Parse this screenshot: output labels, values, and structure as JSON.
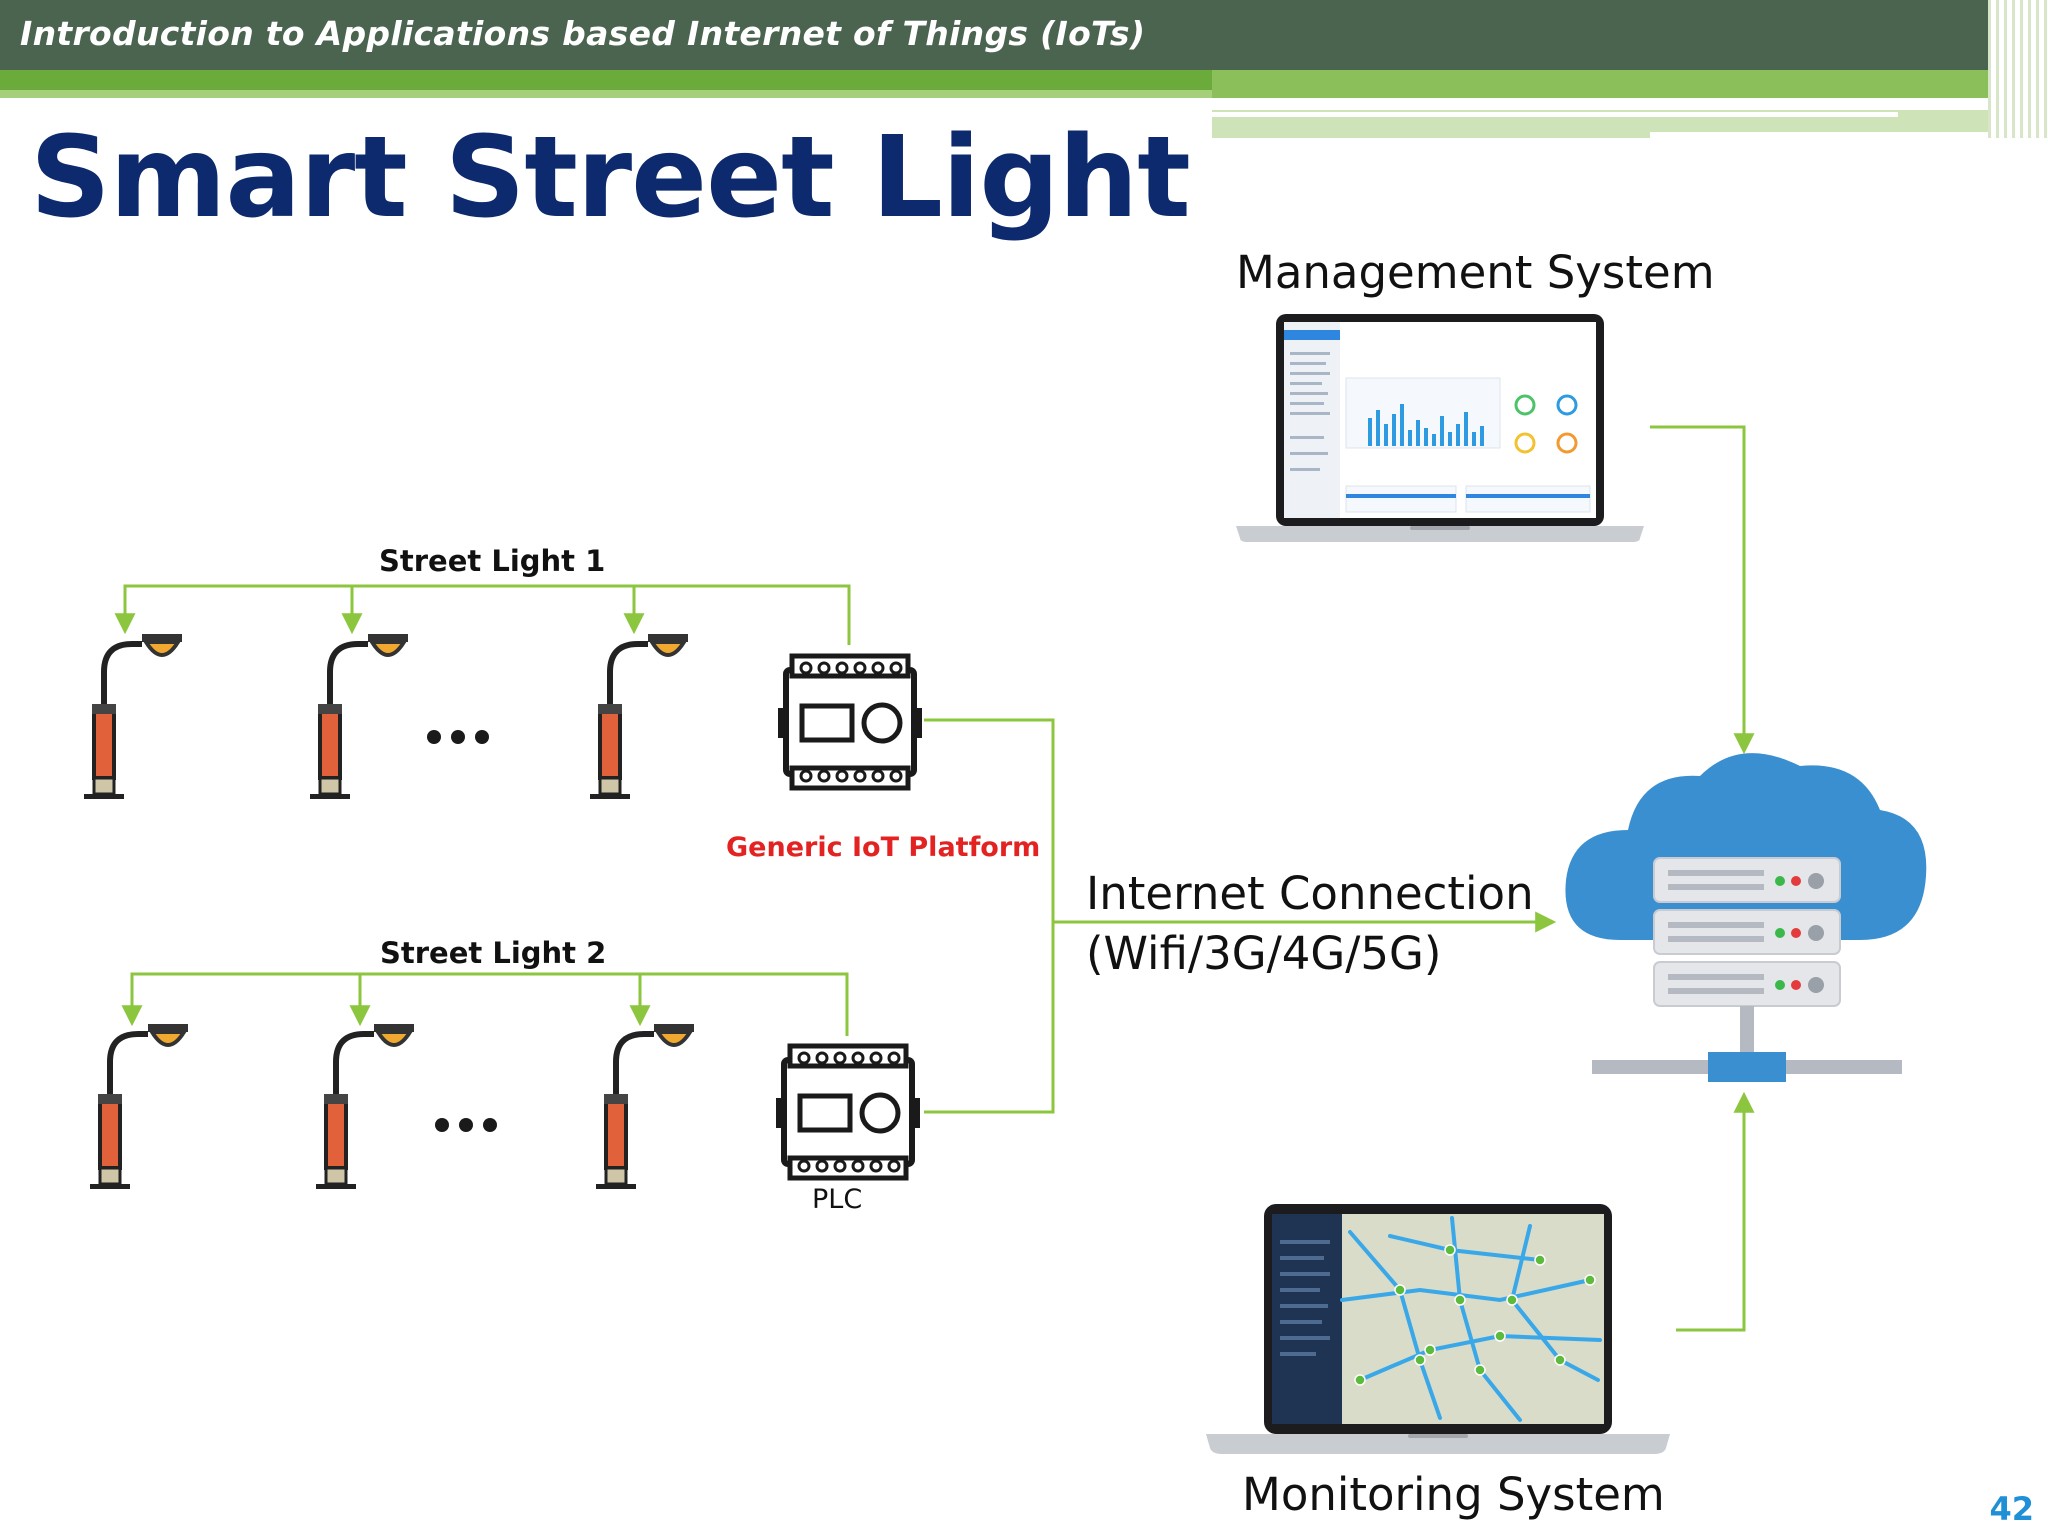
{
  "header": {
    "course_title": "Introduction to Applications based Internet of Things (IoTs)"
  },
  "slide": {
    "title": "Smart Street Light",
    "page_number": "42"
  },
  "labels": {
    "management_system": "Management System",
    "monitoring_system": "Monitoring System",
    "street_light_1": "Street Light 1",
    "street_light_2": "Street Light 2",
    "generic_iot_platform": "Generic IoT Platform",
    "plc": "PLC",
    "internet_connection_line1": "Internet Connection",
    "internet_connection_line2": "(Wifi/3G/4G/5G)",
    "ellipsis": "•••"
  },
  "colors": {
    "header": "#4a6450",
    "accent_green": "#6aab3c",
    "title_blue": "#0e2a6e",
    "connector_green": "#8cc63f",
    "highlight_red": "#e32222",
    "cloud_blue": "#3a8fd0",
    "page_number_blue": "#1f8fd6"
  },
  "icons": [
    "street-lamp-icon",
    "plc-module-icon",
    "cloud-server-icon",
    "laptop-dashboard-icon",
    "laptop-map-icon"
  ]
}
